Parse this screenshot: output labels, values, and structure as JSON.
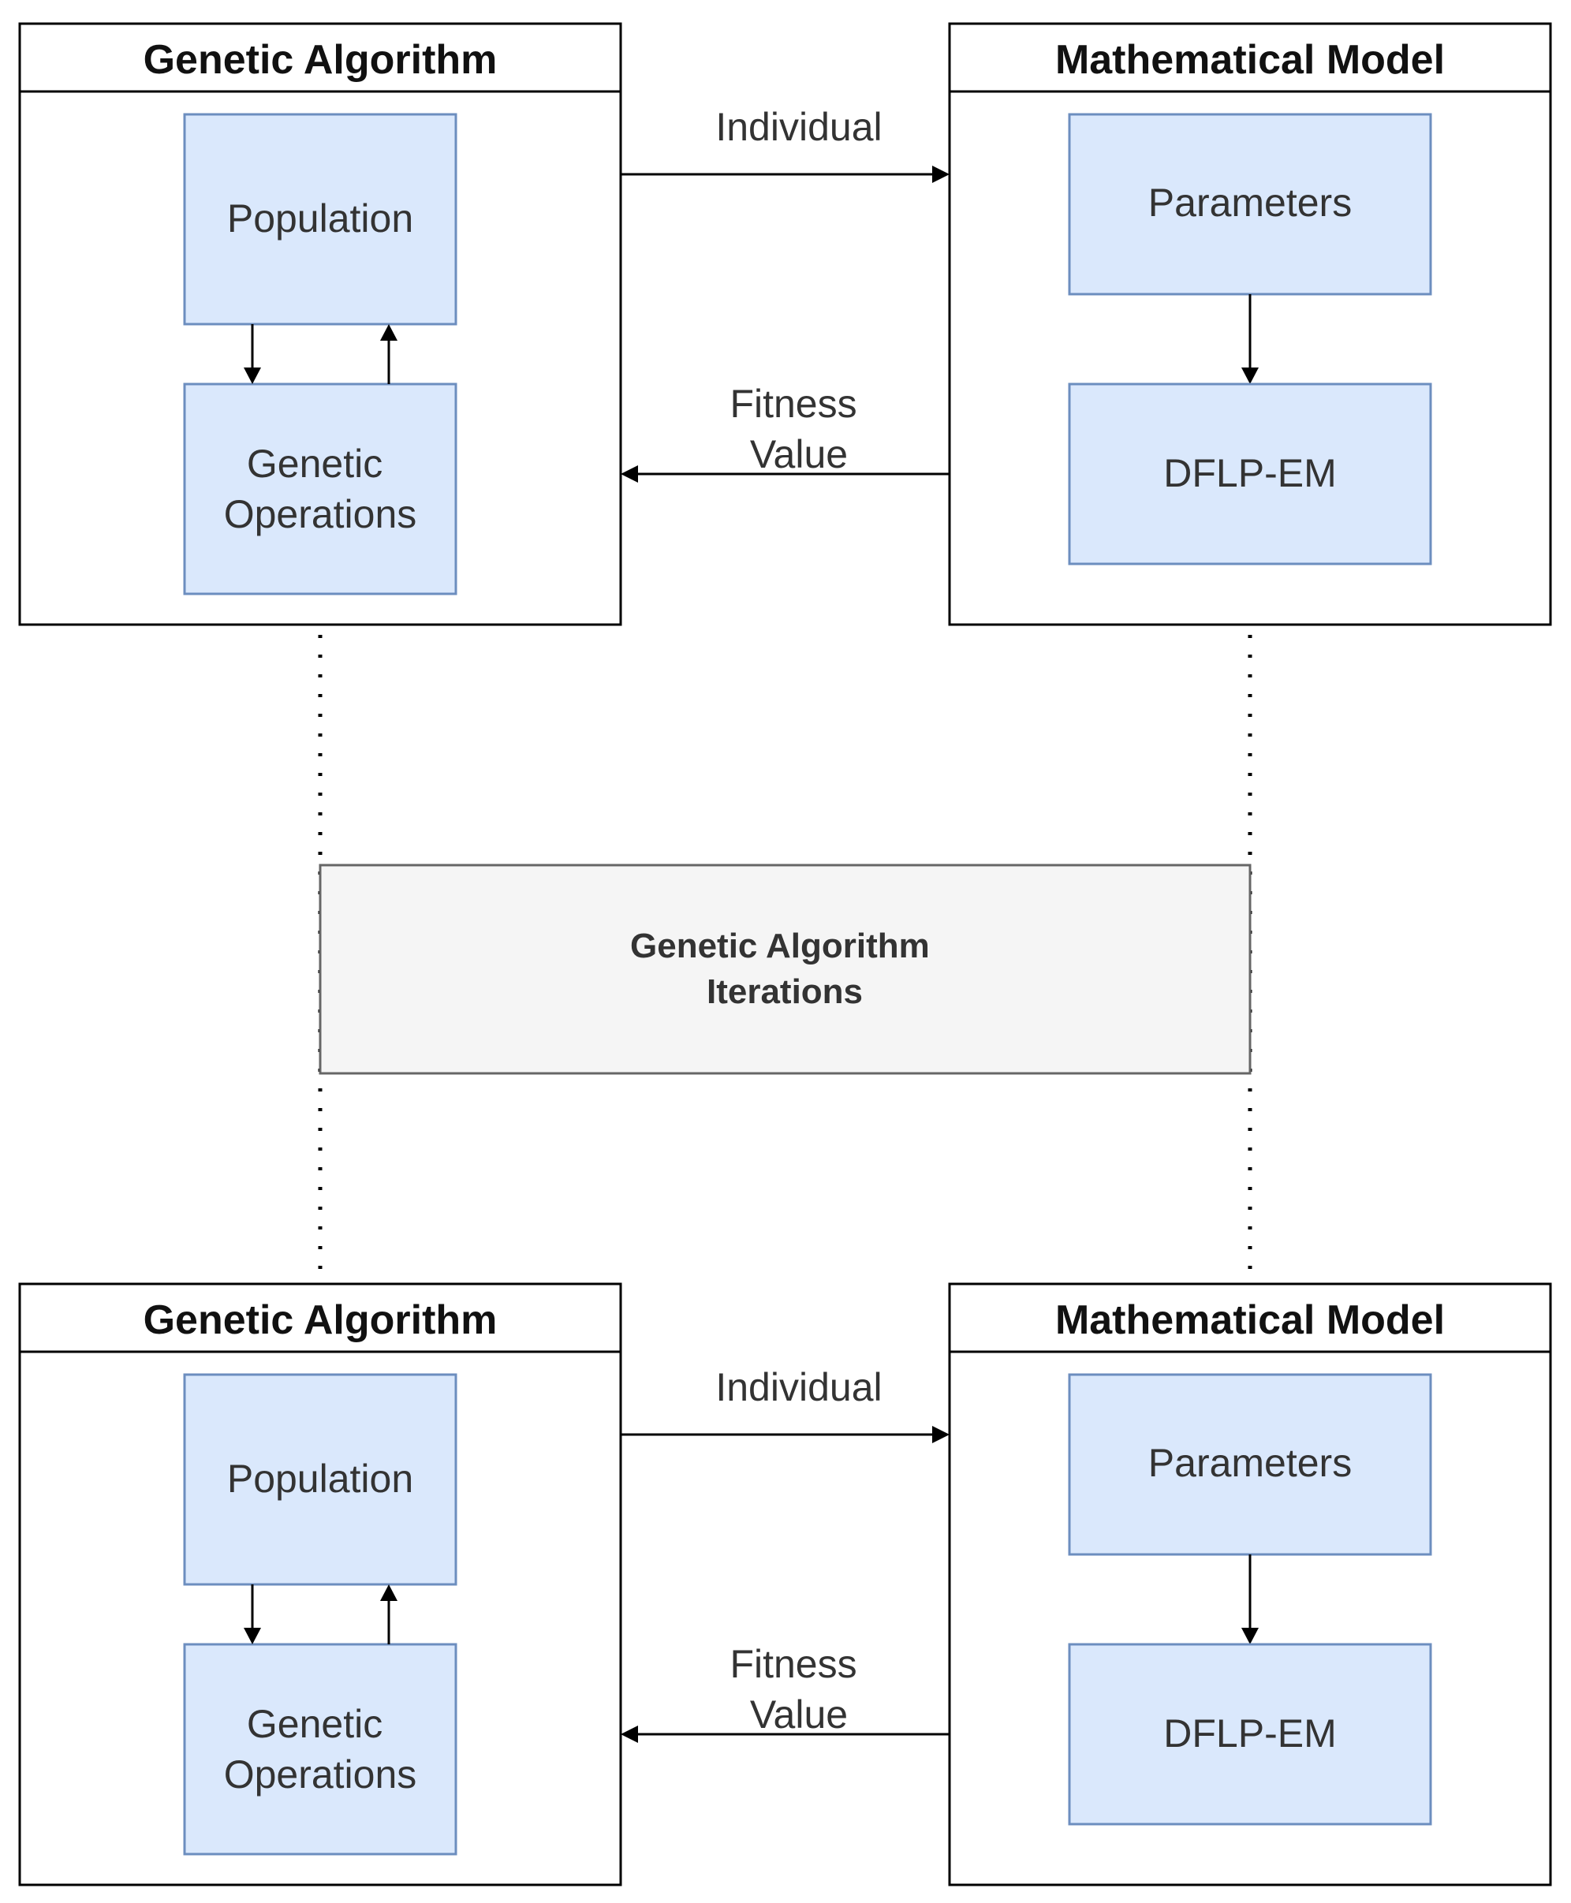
{
  "colors": {
    "node_fill": "#dae8fc",
    "node_stroke": "#6c8ebf",
    "iteration_fill": "#f5f5f5",
    "iteration_stroke": "#666666",
    "line": "#000000"
  },
  "top": {
    "ga_title": "Genetic Algorithm",
    "ga_population": "Population",
    "ga_operations": [
      "Genetic",
      "Operations"
    ],
    "mm_title": "Mathematical Model",
    "mm_parameters": "Parameters",
    "mm_model": "DFLP-EM",
    "individual_label": "Individual",
    "fitness_label": [
      "Fitness",
      "Value"
    ]
  },
  "iterations": [
    "Genetic Algorithm",
    "Iterations"
  ],
  "bottom": {
    "ga_title": "Genetic Algorithm",
    "ga_population": "Population",
    "ga_operations": [
      "Genetic",
      "Operations"
    ],
    "mm_title": "Mathematical Model",
    "mm_parameters": "Parameters",
    "mm_model": "DFLP-EM",
    "individual_label": "Individual",
    "fitness_label": [
      "Fitness",
      "Value"
    ]
  }
}
